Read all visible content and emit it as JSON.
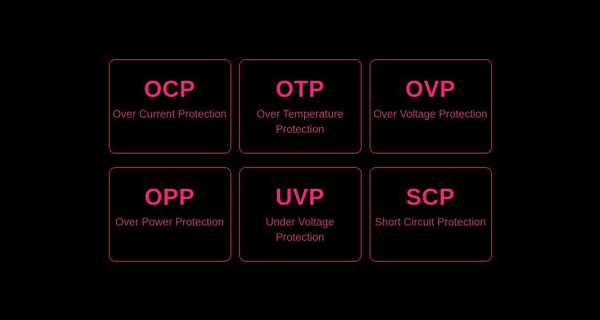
{
  "page": {
    "background": "#000000"
  },
  "colors": {
    "background": "#000000",
    "border": "#d92160",
    "title": "#ee2878",
    "subtitle": "#c73a66"
  },
  "cards": [
    {
      "acronym": "OCP",
      "subtitle_lines": [
        "Over Current Protection"
      ]
    },
    {
      "acronym": "OTP",
      "subtitle_lines": [
        "Over Temperature",
        "Protection"
      ]
    },
    {
      "acronym": "OVP",
      "subtitle_lines": [
        "Over Voltage Protection"
      ]
    },
    {
      "acronym": "OPP",
      "subtitle_lines": [
        "Over Power Protection"
      ]
    },
    {
      "acronym": "UVP",
      "subtitle_lines": [
        "Under Voltage",
        "Protection"
      ]
    },
    {
      "acronym": "SCP",
      "subtitle_lines": [
        "Short Circuit Protection"
      ]
    }
  ]
}
